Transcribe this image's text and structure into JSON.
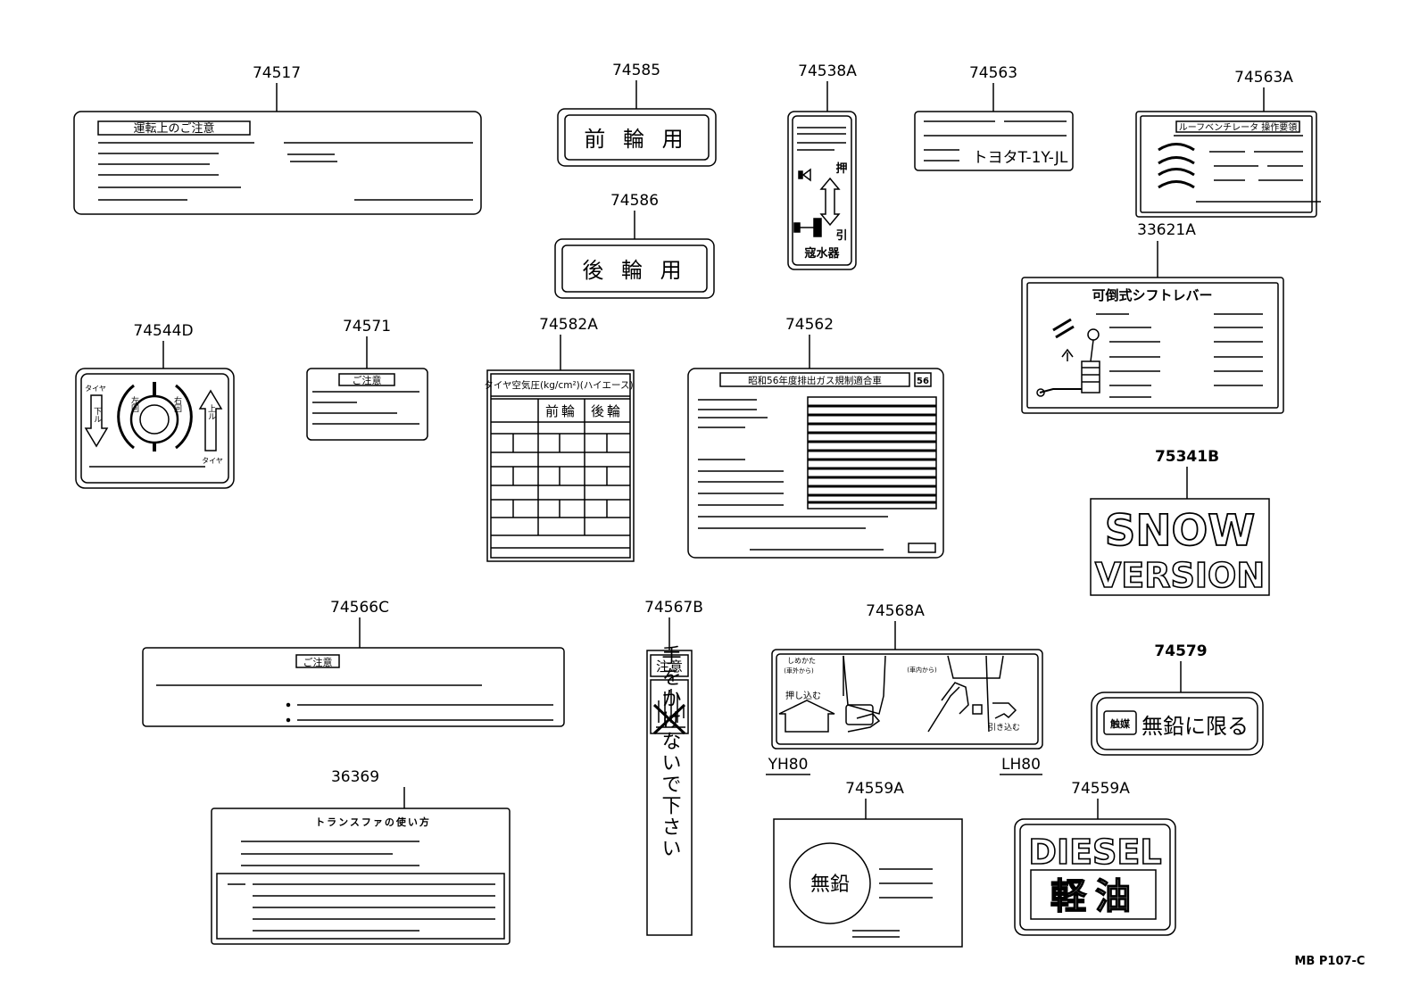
{
  "callouts": {
    "p74517": "74517",
    "p74585": "74585",
    "p74586": "74586",
    "p74538A": "74538A",
    "p74563": "74563",
    "p74563A": "74563A",
    "p33621A": "33621A",
    "p74544D": "74544D",
    "p74571": "74571",
    "p74582A": "74582A",
    "p74562": "74562",
    "p75341B": "75341B",
    "p74566C": "74566C",
    "p74567B": "74567B",
    "p74568A": "74568A",
    "p74579": "74579",
    "p36369": "36369",
    "p74559A_1": "74559A",
    "p74559A_2": "74559A"
  },
  "labels": {
    "l74517_title": "運転上のご注意",
    "l74585_text": "前 輪 用",
    "l74586_text": "後 輪 用",
    "l74538A_push": "押",
    "l74538A_pull": "引",
    "l74538A_bottom": "寇水器",
    "l74563_text": "トヨタT-1Y-JL",
    "l74563A_title": "ルーフベンチレータ 操作要領",
    "l33621A_title": "可倒式シフトレバー",
    "l74544D_tire_left": "タイヤ",
    "l74544D_down": "下ル",
    "l74544D_left_turn": "左回",
    "l74544D_right_turn": "右回",
    "l74544D_up": "上ル",
    "l74544D_tire_right": "タイヤ",
    "l74571_title": "ご注意",
    "l74582A_title": "タイヤ空気圧(kg/cm²)(ハイエース)",
    "l74582A_front": "前輪",
    "l74582A_rear": "後輪",
    "l74562_title": "昭和56年度排出ガス規制適合車",
    "l74562_badge": "56",
    "l75341B_line1": "SNOW",
    "l75341B_line2": "VERSION",
    "l74566C_title": "ご注意",
    "l74567B_title": "注意",
    "l74567B_text": "手をかけないで下さい",
    "l74568A_how": "しめかた",
    "l74568A_from_outside": "(車外から)",
    "l74568A_from_inside": "(車内から)",
    "l74568A_push": "押し込む",
    "l74568A_pull": "引き込む",
    "l74579_fuel": "触媒",
    "l74579_text": "無鉛に限る",
    "l36369_title": "トランスファの使い方",
    "l74559A_circle": "無鉛",
    "l74559A_diesel": "DIESEL",
    "l74559A_jp": "軽油",
    "model_yh80": "YH80",
    "model_lh80": "LH80",
    "ref_code": "MB  P107-C"
  },
  "colors": {
    "ink": "#000000",
    "paper": "#ffffff"
  }
}
